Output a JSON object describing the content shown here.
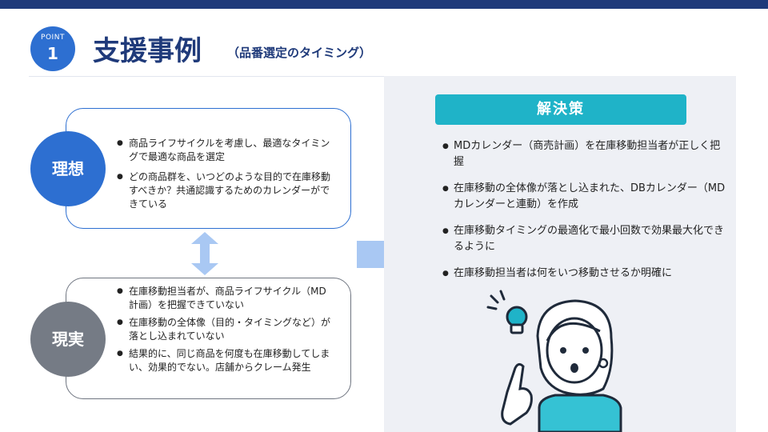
{
  "header": {
    "point_label": "POINT",
    "point_number": "1",
    "title": "支援事例",
    "subtitle": "（品番選定のタイミング）"
  },
  "ideal": {
    "label": "理想",
    "bullets": [
      "商品ライフサイクルを考慮し、最適なタイミングで最適な商品を選定",
      "どの商品群を、いつどのような目的で在庫移動すべきか？共通認識するためのカレンダーができている"
    ]
  },
  "reality": {
    "label": "現実",
    "bullets": [
      "在庫移動担当者が、商品ライフサイクル（MD計画）を把握できていない",
      "在庫移動の全体像（目的・タイミングなど）が落とし込まれていない",
      "結果的に、同じ商品を何度も在庫移動してしまい、効果的でない。店舗からクレーム発生"
    ]
  },
  "solution": {
    "header": "解決策",
    "bullets": [
      "MDカレンダー（商売計画）を在庫移動担当者が正しく把握",
      "在庫移動の全体像が落とし込まれた、DBカレンダー（MDカレンダーと連動）を作成",
      "在庫移動タイミングの最適化で最小回数で効果最大化できるように",
      "在庫移動担当者は何をいつ移動させるか明確に"
    ]
  },
  "colors": {
    "navy": "#1f3a7a",
    "accent_blue": "#2d6fd1",
    "gray": "#757b85",
    "teal": "#1fb3c8",
    "panel_bg": "#eef0f5",
    "arrow_light_blue": "#a9c8f3"
  },
  "icons": [
    "up-down-arrow-icon",
    "right-arrow-icon",
    "person-idea-illustration",
    "lightbulb-icon"
  ]
}
